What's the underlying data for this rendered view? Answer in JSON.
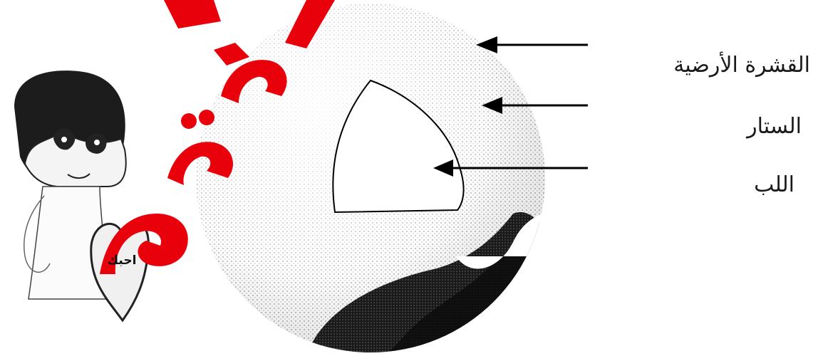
{
  "labels": {
    "crust": "القشرة الأرضية",
    "mantle": "الستار",
    "core": "اللب"
  },
  "character": {
    "heart_text": "احبك"
  },
  "watermark": {
    "text": "موقعي",
    "color": "#e8000b"
  },
  "colors": {
    "ink": "#111111",
    "shade": "#9a9a9a",
    "background": "#ffffff"
  },
  "icons": {
    "arrow": "left-arrow-icon",
    "character": "cartoon-girl-icon"
  }
}
